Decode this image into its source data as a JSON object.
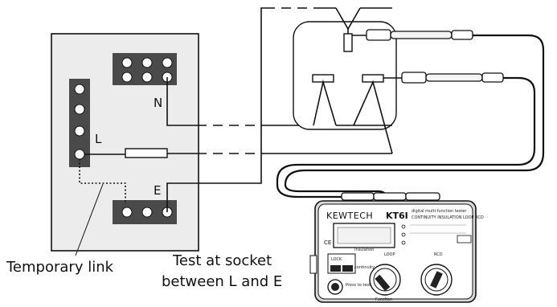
{
  "board": {
    "terminal_n": "N",
    "terminal_l": "L",
    "terminal_e": "E"
  },
  "captions": {
    "temporary_link": "Temporary link",
    "test_line1": "Test at socket",
    "test_line2": "between L and E"
  },
  "meter": {
    "brand": "KEWTECH",
    "model": "KT6I",
    "subtitle": "digital multi-function tester",
    "subtitle2": "CONTINUITY INSULATION LOOP RCD",
    "ce_mark": "CE",
    "lock_label": "LOCK",
    "function_label": "Function",
    "rcd_label": "RCD",
    "loop_label": "LOOP",
    "insulation_label": "Insulation",
    "continuity_label": "continuity",
    "press_label": "Press",
    "trip_label": "Press to test"
  },
  "colors": {
    "board_fill": "#ececec",
    "terminal_block": "#4a4a4a",
    "meter_body": "#d9d9d9",
    "line": "#111111"
  }
}
